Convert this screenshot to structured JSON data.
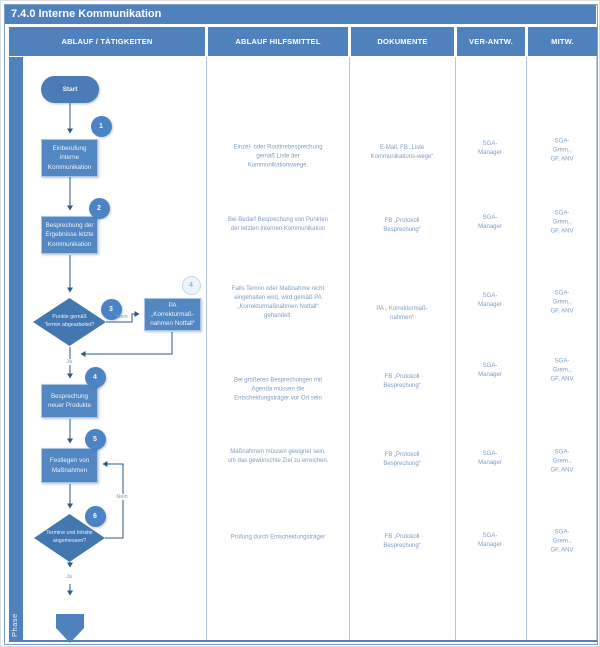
{
  "page": {
    "title": "7.4.0 Interne Kommunikation",
    "phase_label": "Phase"
  },
  "columns": {
    "activities": "ABLAUF / TÄTIGKEITEN",
    "tools": "ABLAUF HILFSMITTEL",
    "documents": "DOKUMENTE",
    "responsible": "VER-ANTW.",
    "participants": "MITW."
  },
  "flow": {
    "start_label": "Start",
    "steps": {
      "s1": {
        "num": "1",
        "label": "Einberufung\ninterne\nKommunikation"
      },
      "s2": {
        "num": "2",
        "label": "Besprechung der\nErgebnisse letzte\nKommunikation"
      },
      "s3": {
        "num": "3",
        "label": "Punkte gemäß\nTermin abgearbeitet?",
        "no": "Nein",
        "yes": "Ja"
      },
      "s3a": {
        "num": "4",
        "label": "PA\n„Korrekturmaß-\nnahmen Notfall“"
      },
      "s4": {
        "num": "4",
        "label": "Besprechung\nneuer Produkte"
      },
      "s5": {
        "num": "5",
        "label": "Festlegen von\nMaßnahmen"
      },
      "s6": {
        "num": "6",
        "label": "Termine und Inhalte\nangemessen?",
        "no": "Nein",
        "yes": "Ja"
      }
    }
  },
  "rows": [
    {
      "tools": "Einzel- oder Routinebesprechung\ngemäß Liste der\nKommunikationswege.",
      "documents": "E-Mail, FB „Liste\nKommunikations-wege“",
      "responsible": "SGA-\nManager",
      "participants": "SGA-\nGrem.,\nGF, ANV"
    },
    {
      "tools": "Bei Bedarf Besprechung von Punkten\nder letzten internen Kommunikation",
      "documents": "FB „Protokoll\nBesprechung“",
      "responsible": "SGA-\nManager",
      "participants": "SGA-\nGrem.,\nGF, ANV"
    },
    {
      "tools": "Falls Termin oder Maßnahme nicht\neingehalten wird, wird gemäß  PA\n„Korrekturmaßnahmen Notfall“\ngehandelt.",
      "documents": "PA „ Korrekturmaß-\nnahmen“",
      "responsible": "SGA-\nManager",
      "participants": "SGA-\nGrem.,\nGF, ANV"
    },
    {
      "tools": "Bei größeren Besprechungen mit\nAgenda müssen die\nEntscheidungsträger vor Ort sein",
      "documents": "FB „Protokoll\nBesprechung“",
      "responsible": "SGA-\nManager",
      "participants": "SGA-\nGrem.,\nGF, ANV"
    },
    {
      "tools": "Maßnahmen müssen geeignet sein,\num das gewünschte Ziel zu erreichen.",
      "documents": "FB „Protokoll\nBesprechung“",
      "responsible": "SGA-\nManager",
      "participants": "SGA-\nGrem.,\nGF, ANV"
    },
    {
      "tools": "Prüfung durch Entscheidungsträger",
      "documents": "FB „Protokoll\nBesprechung“",
      "responsible": "SGA-\nManager",
      "participants": "SGA-\nGrem.,\nGF, ANV"
    }
  ],
  "colors": {
    "primary": "#4f81bd",
    "line": "#2d5a87",
    "cell_text": "#7e9ec3"
  }
}
